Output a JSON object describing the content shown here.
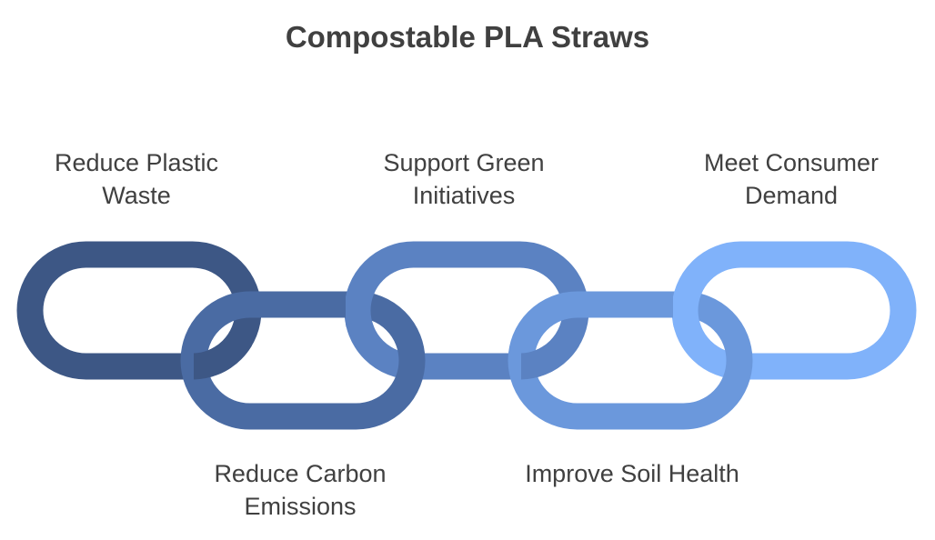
{
  "title": "Compostable PLA Straws",
  "links": [
    {
      "position": "top",
      "color": "#3d5785",
      "label_lines": [
        "Reduce Plastic",
        "Waste"
      ]
    },
    {
      "position": "bottom",
      "color": "#4a6ba3",
      "label_lines": [
        "Reduce Carbon",
        "Emissions"
      ]
    },
    {
      "position": "top",
      "color": "#5b82c2",
      "label_lines": [
        "Support Green",
        "Initiatives"
      ]
    },
    {
      "position": "bottom",
      "color": "#6b98dc",
      "label_lines": [
        "Improve Soil Health"
      ]
    },
    {
      "position": "top",
      "color": "#80b2fa",
      "label_lines": [
        "Meet Consumer",
        "Demand"
      ]
    }
  ]
}
